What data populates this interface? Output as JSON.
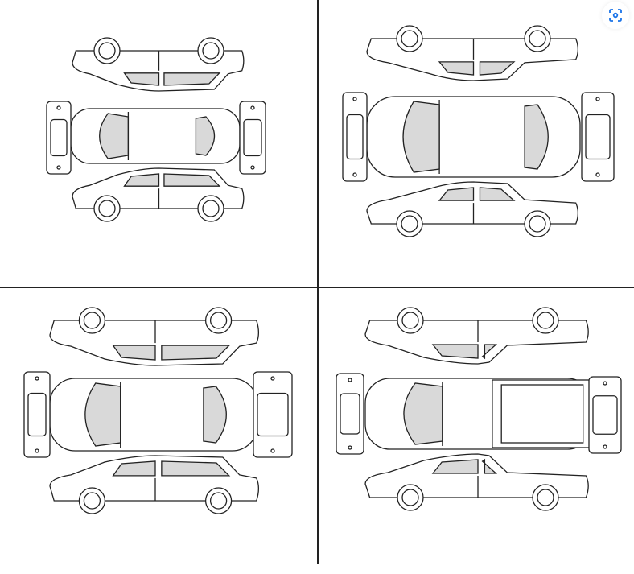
{
  "image_search_button": {
    "icon": "lens-icon",
    "color": "#1a73e8"
  },
  "diagrams": [
    {
      "icon": "hatchback-damage-diagram-icon",
      "kind": "hatchback"
    },
    {
      "icon": "sedan-damage-diagram-icon",
      "kind": "sedan"
    },
    {
      "icon": "suv-damage-diagram-icon",
      "kind": "suv"
    },
    {
      "icon": "pickup-damage-diagram-icon",
      "kind": "pickup"
    }
  ],
  "colors": {
    "line": "#222222",
    "glass": "#d9d9d9",
    "divider": "#222222"
  }
}
